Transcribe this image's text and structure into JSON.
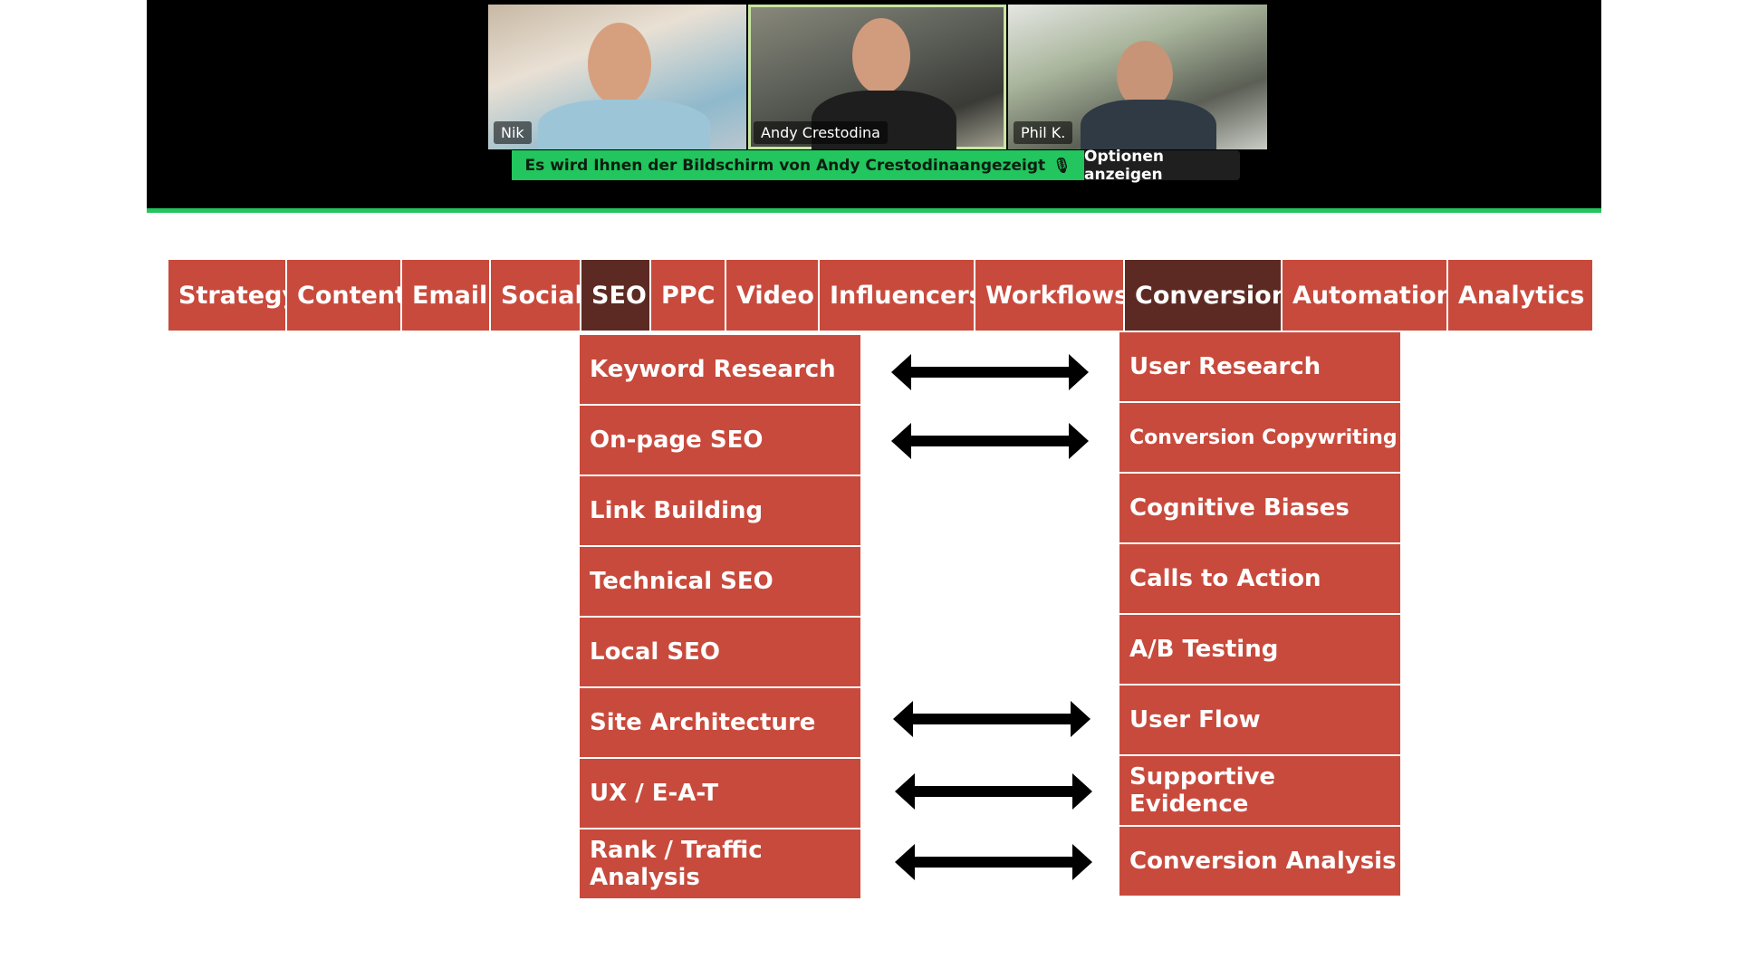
{
  "meeting": {
    "participants": [
      {
        "name": "Nik"
      },
      {
        "name": "Andy Crestodina"
      },
      {
        "name": "Phil K."
      }
    ],
    "share_banner": "Es wird Ihnen der Bildschirm von  Andy Crestodinaangezeigt",
    "options_button": "Optionen anzeigen",
    "accent_color": "#22c55e"
  },
  "slide": {
    "nav": {
      "items": [
        "Strategy",
        "Content",
        "Email",
        "Social",
        "SEO",
        "PPC",
        "Video",
        "Influencers",
        "Workflows",
        "Conversion",
        "Automation",
        "Analytics"
      ],
      "active": [
        "SEO",
        "Conversion"
      ],
      "color": "#c84a3c",
      "active_color": "#5c2a22"
    },
    "seo_items": [
      "Keyword Research",
      "On-page SEO",
      "Link Building",
      "Technical SEO",
      "Local SEO",
      "Site Architecture",
      "UX / E-A-T",
      "Rank / Traffic Analysis"
    ],
    "conversion_items": [
      "User Research",
      "Conversion Copywriting",
      "Cognitive Biases",
      "Calls to Action",
      "A/B Testing",
      "User Flow",
      "Supportive Evidence",
      "Conversion Analysis"
    ]
  }
}
